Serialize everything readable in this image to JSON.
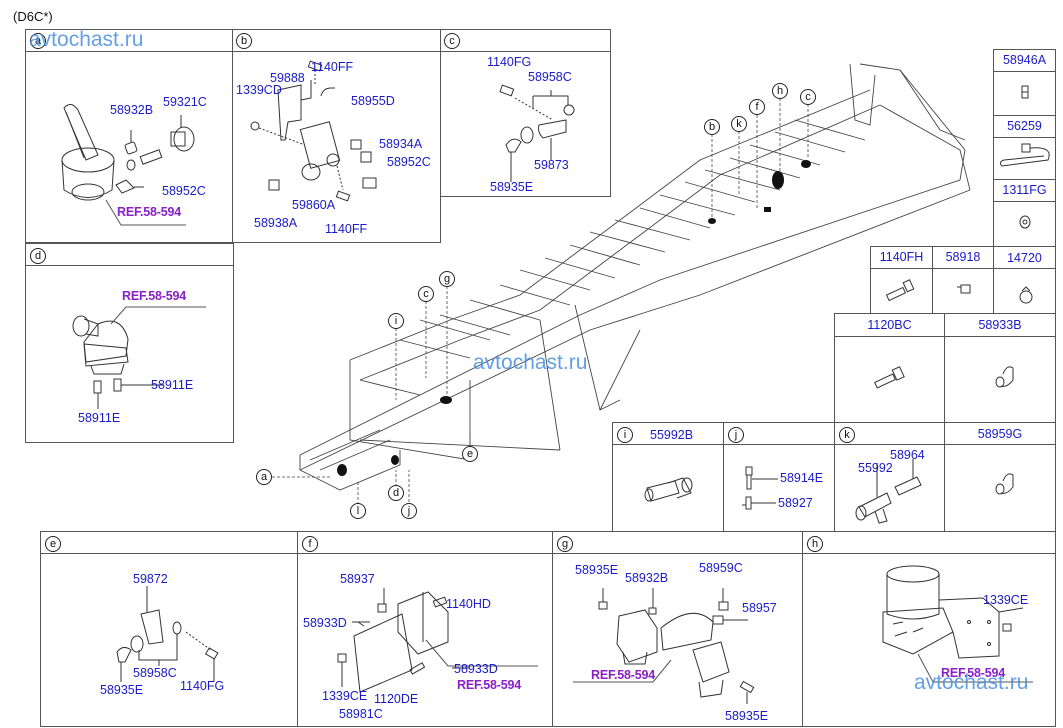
{
  "title": "(D6C*)",
  "watermark": "avtochast.ru",
  "colors": {
    "part_number": "#1a1ac8",
    "reference": "#8a20c8",
    "watermark": "#4a8fe0",
    "lines": "#555555"
  },
  "panels": {
    "a": {
      "id": "a",
      "labels": [
        "58932B",
        "59321C",
        "58952C"
      ],
      "ref": "REF.58-594"
    },
    "b": {
      "id": "b",
      "labels": [
        "1140FF",
        "59888",
        "1339CD",
        "58955D",
        "58934A",
        "58952C",
        "59860A",
        "58938A",
        "1140FF"
      ]
    },
    "c": {
      "id": "c",
      "labels": [
        "1140FG",
        "58958C",
        "59873",
        "58935E"
      ]
    },
    "d": {
      "id": "d",
      "labels": [
        "58911E",
        "58911E"
      ],
      "ref": "REF.58-594"
    },
    "e": {
      "id": "e",
      "labels": [
        "59872",
        "58958C",
        "58935E",
        "1140FG"
      ]
    },
    "f": {
      "id": "f",
      "labels": [
        "58937",
        "1140HD",
        "58933D",
        "58933D",
        "1339CE",
        "1120DE",
        "58981C"
      ],
      "ref": "REF.58-594"
    },
    "g": {
      "id": "g",
      "labels": [
        "58935E",
        "58932B",
        "58959C",
        "58957",
        "58935E"
      ],
      "ref": "REF.58-594"
    },
    "h": {
      "id": "h",
      "labels": [
        "1339CE"
      ],
      "ref": "REF.58-594"
    },
    "i": {
      "id": "i",
      "header": "55992B"
    },
    "j": {
      "id": "j",
      "labels": [
        "58914E",
        "58927"
      ]
    },
    "k": {
      "id": "k",
      "labels": [
        "58964",
        "55992"
      ]
    }
  },
  "parts_grid": [
    "58946A",
    "56259",
    "1311FG",
    "1140FH",
    "58918",
    "14720",
    "1120BC",
    "58933B",
    "58959G"
  ],
  "frame_callouts": [
    "b",
    "k",
    "f",
    "h",
    "c",
    "c",
    "g",
    "i",
    "e",
    "a",
    "d",
    "l",
    "j"
  ]
}
